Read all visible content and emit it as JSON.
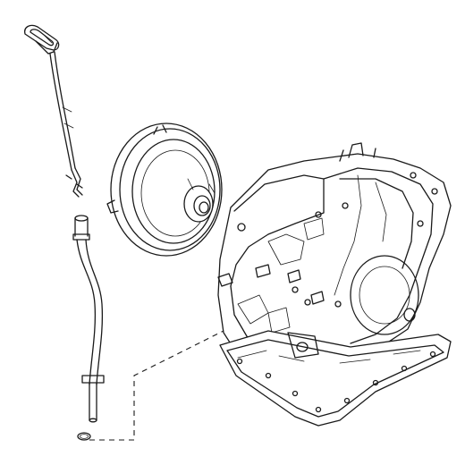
{
  "diagram": {
    "parts": [
      {
        "id": "dipstick",
        "icon": "dipstick-icon"
      },
      {
        "id": "dipstick-tube",
        "icon": "tube-icon"
      },
      {
        "id": "o-ring",
        "icon": "o-ring-icon"
      },
      {
        "id": "torque-converter",
        "icon": "torque-converter-icon"
      },
      {
        "id": "transaxle-assembly",
        "icon": "transmission-icon"
      }
    ],
    "line_color": "#1a1a1a",
    "background": "#ffffff"
  }
}
